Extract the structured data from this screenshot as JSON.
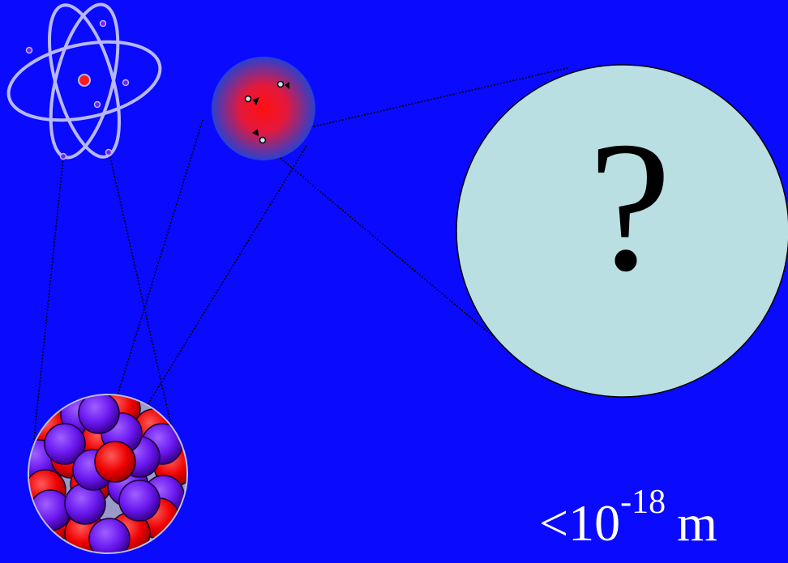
{
  "zoom_callout": {
    "symbol": "?"
  },
  "scale": {
    "prefix": "<10",
    "exponent": "-18",
    "unit": "m"
  },
  "colors": {
    "background": "#0a0aff",
    "orbit": "#b8b8ff",
    "proton": "#ff0000",
    "neutron": "#7a1cff",
    "callout_fill": "#b9dfe2",
    "nucleon_glow_center": "#ff1010",
    "nucleon_glow_edge": "#2a40d0",
    "leader_line": "#000000"
  }
}
